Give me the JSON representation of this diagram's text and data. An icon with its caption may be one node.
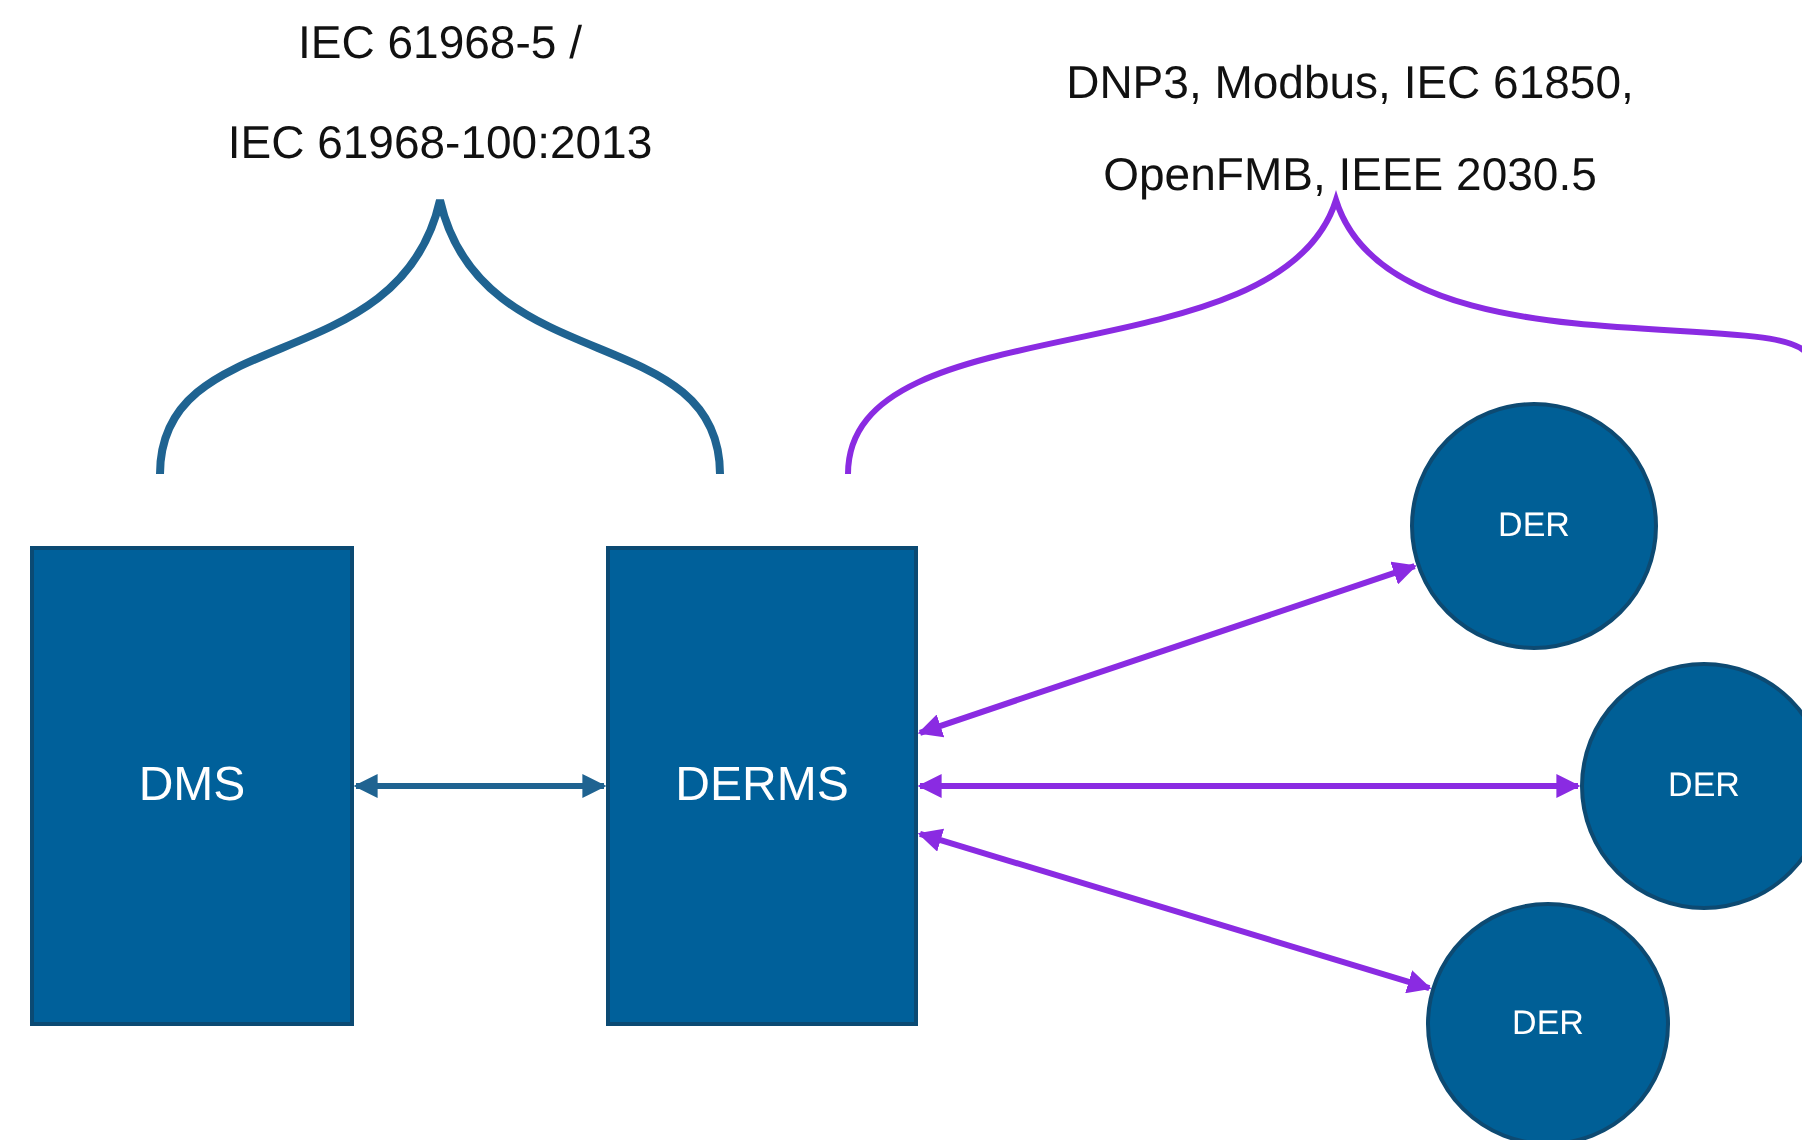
{
  "diagram": {
    "nodes": [
      {
        "text": [
          "DMS"
        ]
      },
      {
        "text": [
          "DERMS"
        ]
      },
      {
        "text": [
          "DER"
        ]
      },
      {
        "text": [
          "DER"
        ]
      },
      {
        "text": [
          "DER"
        ]
      }
    ],
    "edges": [
      {
        "from": 0,
        "to": 1,
        "arrow": "both",
        "color": "#1f6391"
      },
      {
        "from": 1,
        "to": 2,
        "arrow": "both"
      },
      {
        "from": 1,
        "to": 3,
        "arrow": "both"
      },
      {
        "from": 1,
        "to": 4,
        "arrow": "both"
      }
    ],
    "labels": [
      "IEC 61968-5 /",
      "IEC 61968-100:2013",
      "DNP3, Modbus, IEC 61850,",
      "OpenFMB, IEEE 2030.5"
    ]
  }
}
